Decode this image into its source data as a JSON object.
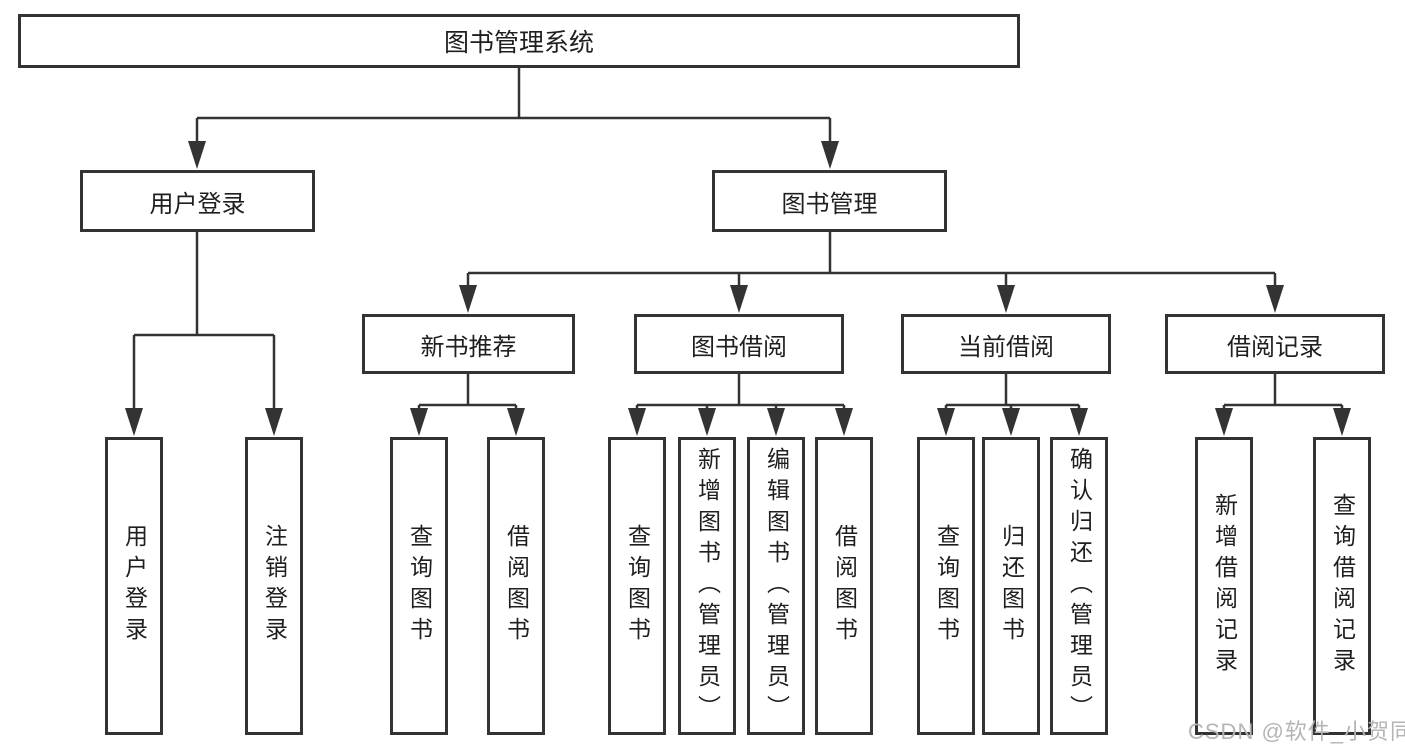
{
  "diagram": {
    "root": {
      "label": "图书管理系统"
    },
    "level2": [
      {
        "label": "用户登录"
      },
      {
        "label": "图书管理"
      }
    ],
    "level3": [
      {
        "label": "新书推荐"
      },
      {
        "label": "图书借阅"
      },
      {
        "label": "当前借阅"
      },
      {
        "label": "借阅记录"
      }
    ],
    "leaf_groups": [
      {
        "parent": "用户登录",
        "items": [
          "用户登录",
          "注销登录"
        ]
      },
      {
        "parent": "新书推荐",
        "items": [
          "查询图书",
          "借阅图书"
        ]
      },
      {
        "parent": "图书借阅",
        "items": [
          "查询图书",
          "新增图书（管理员）",
          "编辑图书（管理员）",
          "借阅图书"
        ]
      },
      {
        "parent": "当前借阅",
        "items": [
          "查询图书",
          "归还图书",
          "确认归还（管理员）"
        ]
      },
      {
        "parent": "借阅记录",
        "items": [
          "新增借阅记录",
          "查询借阅记录"
        ]
      }
    ]
  },
  "watermark": {
    "text": "CSDN @软件_小贺同学"
  },
  "colors": {
    "line": "#333333",
    "box_border": "#333333",
    "text": "#1f1f1f",
    "watermark": "#b5b5b5",
    "background": "#ffffff"
  }
}
